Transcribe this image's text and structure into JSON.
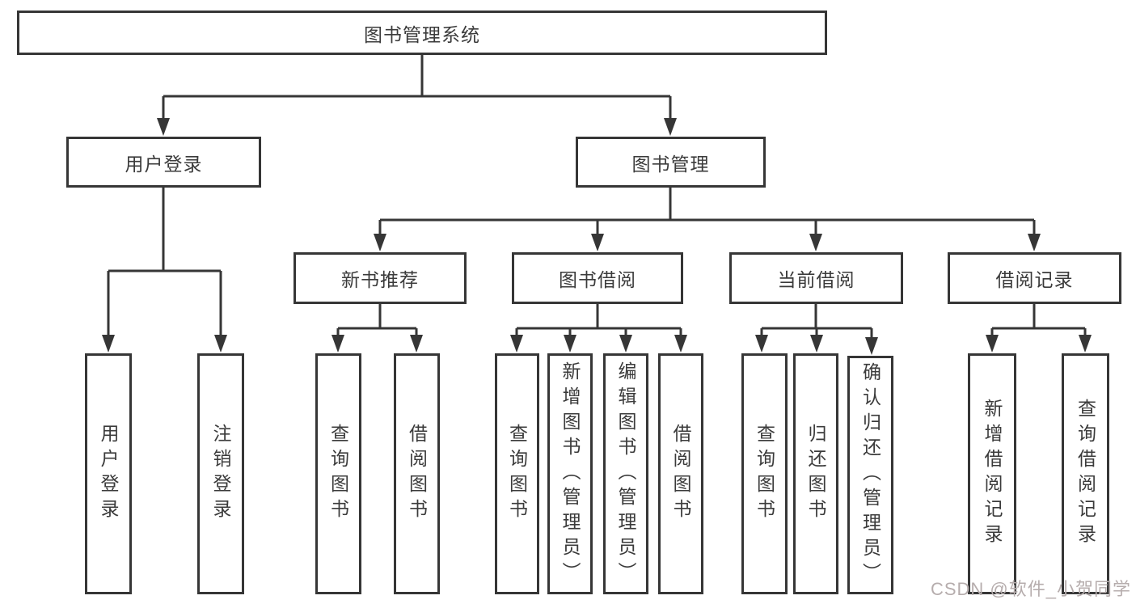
{
  "diagram_title": "图书管理系统",
  "nodes": {
    "root": {
      "label": "图书管理系统"
    },
    "userLogin": {
      "label": "用户登录"
    },
    "bookMgmt": {
      "label": "图书管理"
    },
    "newBookRec": {
      "label": "新书推荐"
    },
    "bookBorrow": {
      "label": "图书借阅"
    },
    "currentBorrow": {
      "label": "当前借阅"
    },
    "borrowRecords": {
      "label": "借阅记录"
    },
    "leafUserLogin": {
      "label": "用户登录"
    },
    "leafLogout": {
      "label": "注销登录"
    },
    "leafQueryBooksRec": {
      "label": "查询图书"
    },
    "leafBorrowBooksRec": {
      "label": "借阅图书"
    },
    "leafQueryBooksBorrow": {
      "label": "查询图书"
    },
    "leafAddBooks": {
      "label": "新增图书（管理员）"
    },
    "leafEditBooks": {
      "label": "编辑图书（管理员）"
    },
    "leafBorrowBooksBorrow": {
      "label": "借阅图书"
    },
    "leafQueryBooksCurrent": {
      "label": "查询图书"
    },
    "leafReturnBooks": {
      "label": "归还图书"
    },
    "leafConfirmReturn": {
      "label": "确认归还（管理员）"
    },
    "leafAddBorrowRecord": {
      "label": "新增借阅记录"
    },
    "leafQueryBorrowRecord": {
      "label": "查询借阅记录"
    }
  },
  "hierarchy": {
    "图书管理系统": {
      "用户登录": [
        "用户登录",
        "注销登录"
      ],
      "图书管理": {
        "新书推荐": [
          "查询图书",
          "借阅图书"
        ],
        "图书借阅": [
          "查询图书",
          "新增图书（管理员）",
          "编辑图书（管理员）",
          "借阅图书"
        ],
        "当前借阅": [
          "查询图书",
          "归还图书",
          "确认归还（管理员）"
        ],
        "借阅记录": [
          "新增借阅记录",
          "查询借阅记录"
        ]
      }
    }
  },
  "watermark": {
    "text": "CSDN @软件_小贺同学"
  },
  "colors": {
    "line": "#363636",
    "text": "#3b3b3b",
    "background": "#ffffff",
    "watermark": "#b6adad"
  }
}
